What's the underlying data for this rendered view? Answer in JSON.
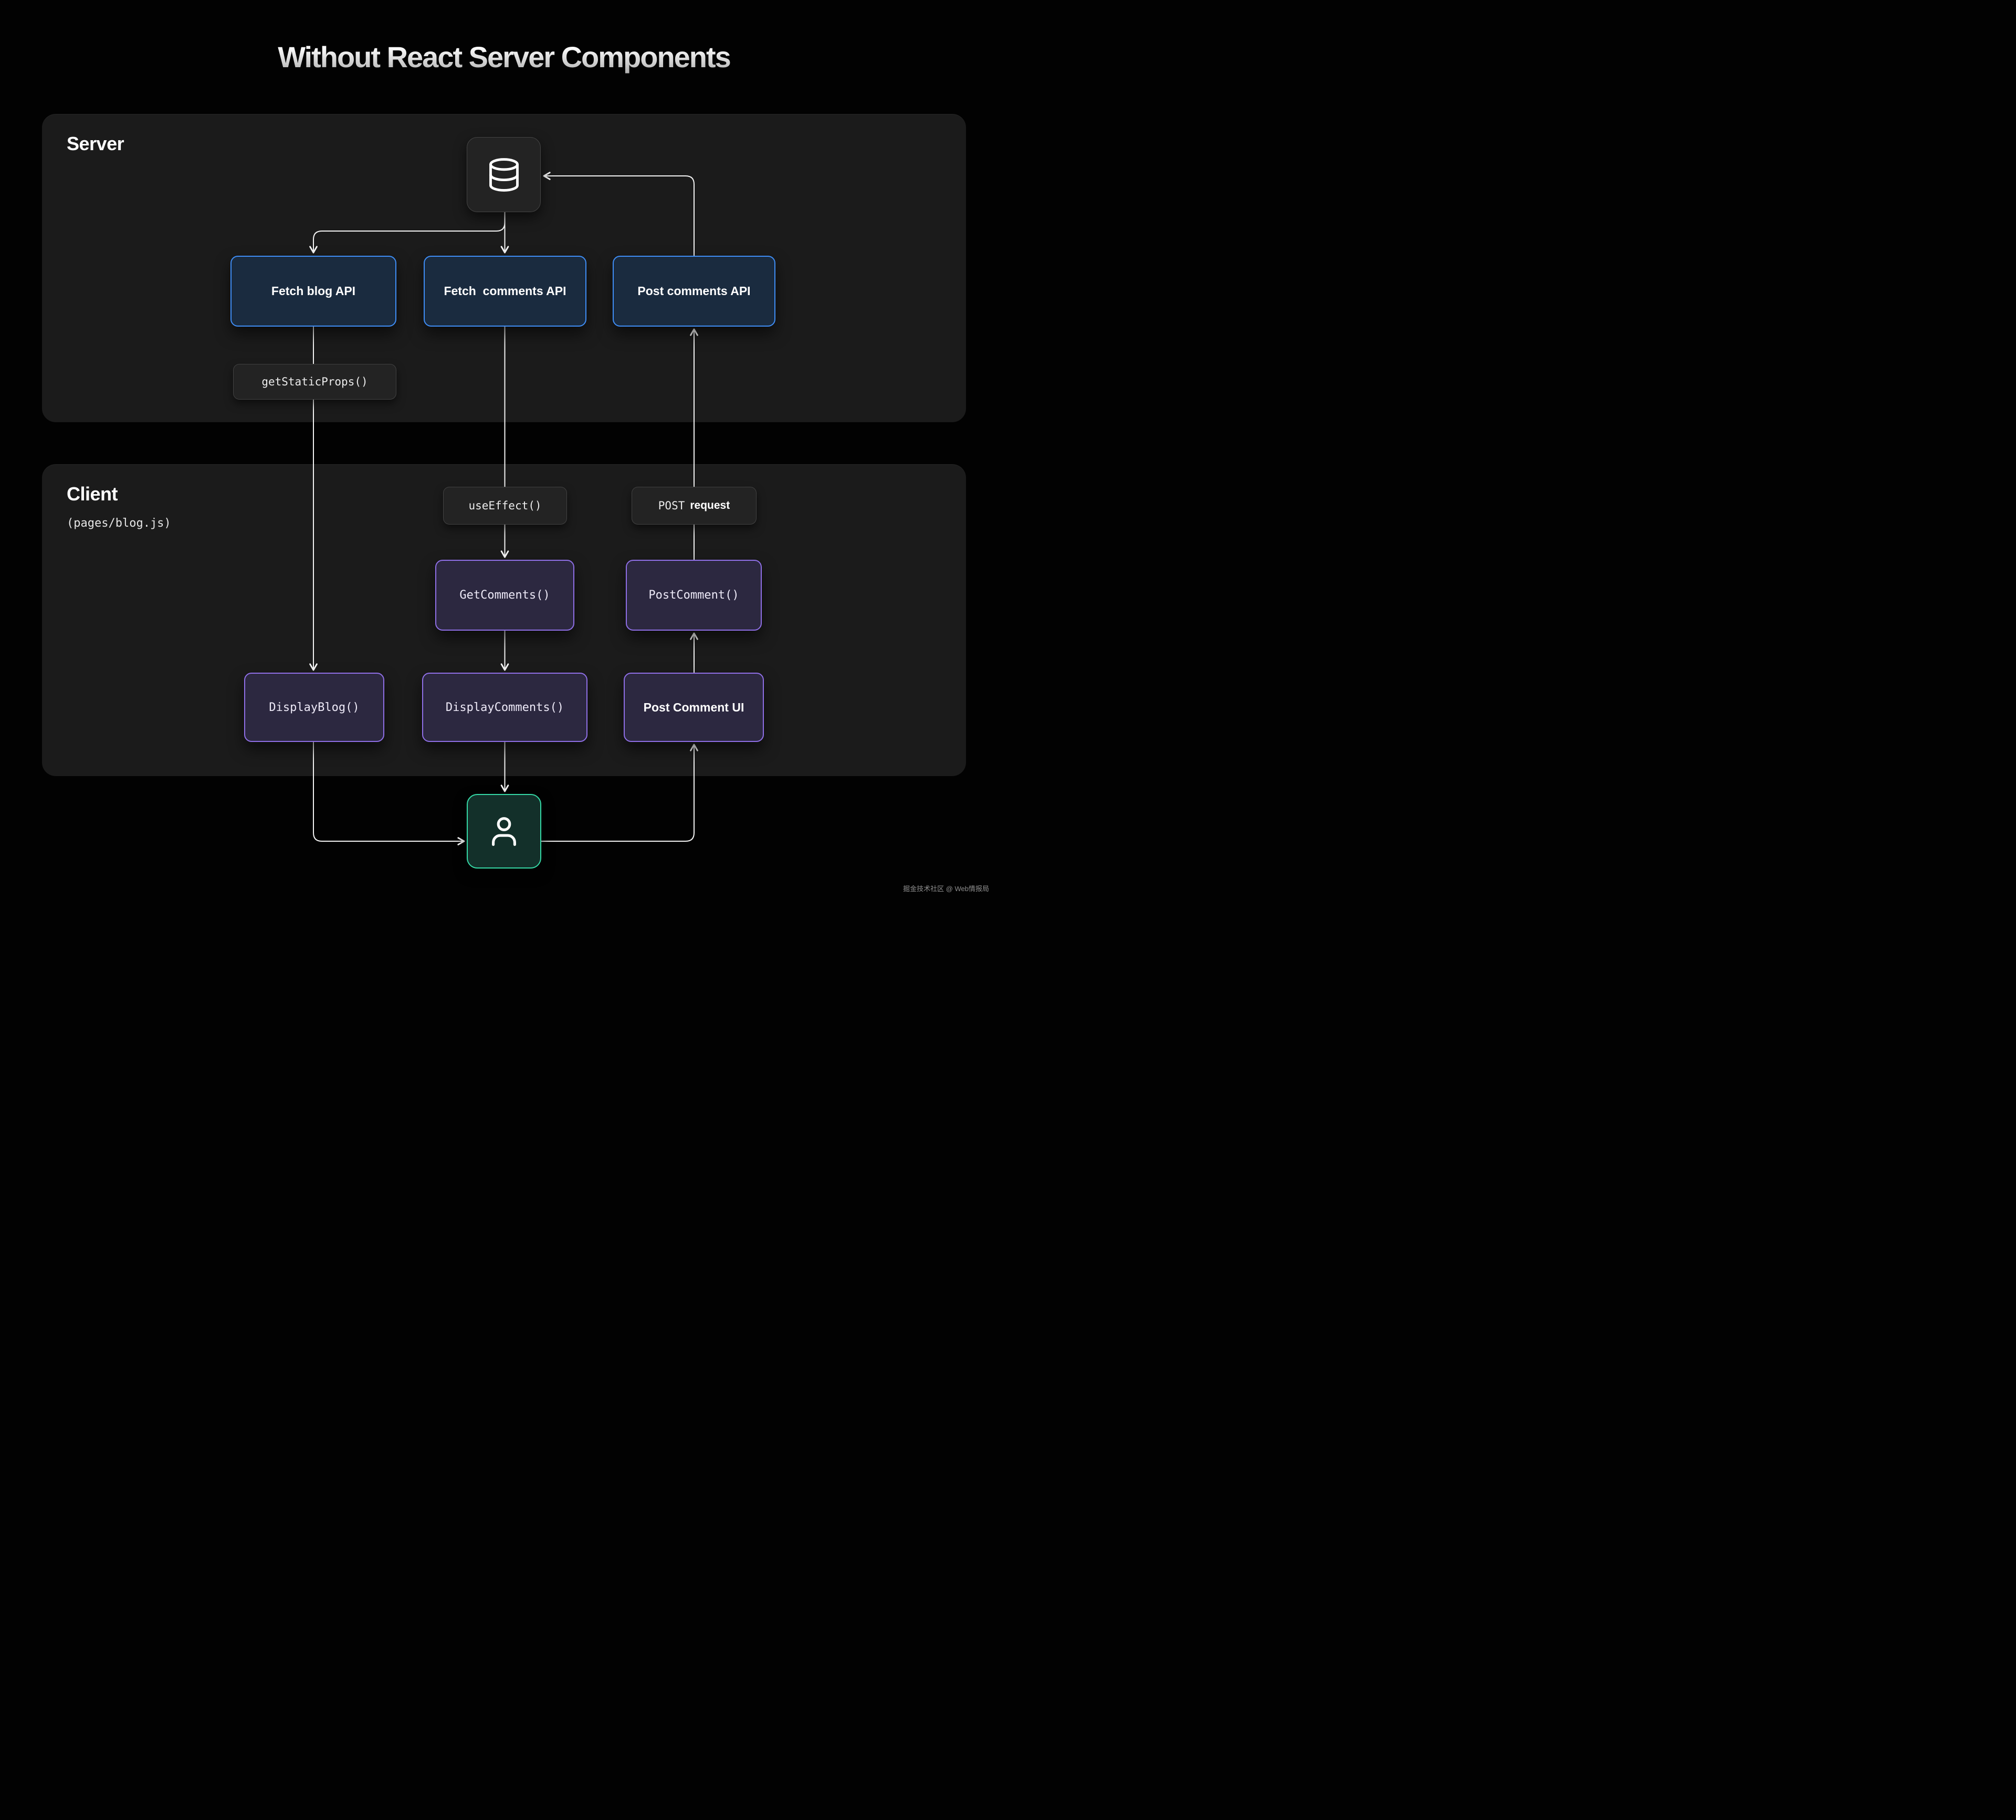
{
  "title": "Without React Server Components",
  "server": {
    "label": "Server"
  },
  "client": {
    "label": "Client",
    "path": "(pages/blog.js)"
  },
  "nodes": {
    "fetch_blog_api": "Fetch blog API",
    "fetch_comments_api": "Fetch  comments API",
    "post_comments_api": "Post comments API",
    "get_static_props": "getStaticProps()",
    "use_effect": "useEffect()",
    "post_request_code": "POST",
    "post_request_text": "request",
    "get_comments": "GetComments()",
    "post_comment": "PostComment()",
    "display_blog": "DisplayBlog()",
    "display_comments": "DisplayComments()",
    "post_comment_ui": "Post Comment UI"
  },
  "icons": {
    "database_icon": "database-cylinder",
    "user_icon": "person"
  },
  "watermark": "掘金技术社区 @ Web情报局",
  "colors": {
    "background": "#020202",
    "panel": "#1b1b1b",
    "blue_border": "#3f8df5",
    "blue_fill": "#1a2b3f",
    "purple_border": "#8f6fe6",
    "purple_fill": "#2c2840",
    "teal_border": "#35d9a6",
    "teal_fill": "#13302a",
    "connector": "#f5f5f5"
  }
}
